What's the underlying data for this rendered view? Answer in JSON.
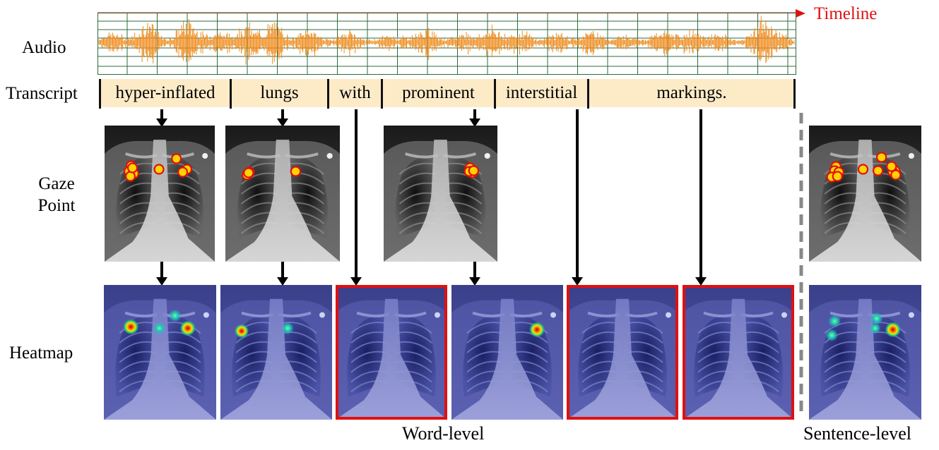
{
  "labels": {
    "audio": "Audio",
    "transcript": "Transcript",
    "gaze": "Gaze\nPoint",
    "gaze_line1": "Gaze",
    "gaze_line2": "Point",
    "heatmap": "Heatmap",
    "timeline": "Timeline",
    "word_level": "Word-level",
    "sentence_level": "Sentence-level"
  },
  "transcript": {
    "words": [
      "hyper-inflated",
      "lungs",
      "with",
      "prominent",
      "interstitial",
      "markings."
    ]
  },
  "gaze_panels": [
    {
      "word": "hyper-inflated",
      "points": 9
    },
    {
      "word": "lungs",
      "points": 4
    },
    {
      "word": "prominent",
      "points": 4
    },
    {
      "word": "sentence",
      "points": 13
    }
  ],
  "heatmap_panels": [
    {
      "word": "hyper-inflated",
      "highlighted": false
    },
    {
      "word": "lungs",
      "highlighted": false
    },
    {
      "word": "with",
      "highlighted": true
    },
    {
      "word": "prominent",
      "highlighted": false
    },
    {
      "word": "interstitial",
      "highlighted": true
    },
    {
      "word": "markings.",
      "highlighted": true
    },
    {
      "word": "sentence",
      "highlighted": false
    }
  ],
  "colors": {
    "timeline": "#e01010",
    "waveform": "#f08c1e",
    "grid": "#2e6b3c",
    "transcript_bg": "#fdebc8",
    "gaze_fill": "#ffd400",
    "gaze_stroke": "#e01010",
    "highlight_border": "#e01010",
    "separator": "#888888"
  }
}
